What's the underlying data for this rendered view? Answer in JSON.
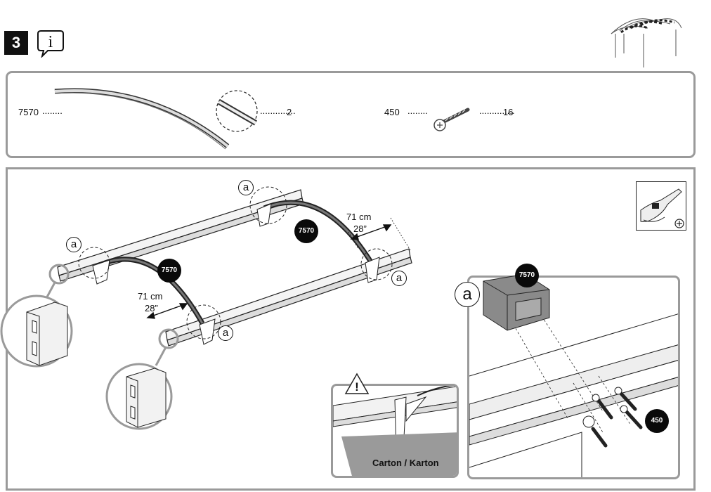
{
  "step": {
    "number": "3",
    "info_icon": "info-bubble-icon"
  },
  "parts": [
    {
      "id": "7570",
      "dots": "........",
      "qty": "2",
      "qty_dots": ".............. "
    },
    {
      "id": "450",
      "dots": "........",
      "qty": "16",
      "qty_dots": ".............."
    }
  ],
  "labels": {
    "callout": "a",
    "distance_cm": "71 cm",
    "distance_in": "28”",
    "part_arch": "7570",
    "part_screw": "450",
    "warning_caption": "Carton / Karton",
    "warning_icon": "warning-triangle-icon",
    "tool_icon": "power-drill-icon",
    "phillips_icon": "phillips-bit-icon"
  }
}
